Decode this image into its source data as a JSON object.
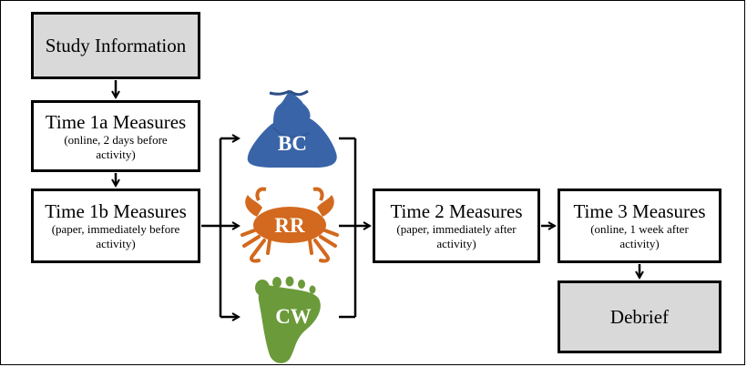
{
  "boxes": {
    "study_info": {
      "title": "Study Information"
    },
    "time1a": {
      "title": "Time 1a Measures",
      "sub1": "(online, 2 days before",
      "sub2": "activity)"
    },
    "time1b": {
      "title": "Time 1b Measures",
      "sub1": "(paper, immediately before",
      "sub2": "activity)"
    },
    "time2": {
      "title": "Time 2 Measures",
      "sub1": "(paper, immediately after",
      "sub2": "activity)"
    },
    "time3": {
      "title": "Time 3 Measures",
      "sub1": "(online, 1 week after",
      "sub2": "activity)"
    },
    "debrief": {
      "title": "Debrief"
    }
  },
  "conditions": {
    "bc": {
      "label": "BC",
      "icon": "trash-bag-icon",
      "color": "#3a64a8"
    },
    "rr": {
      "label": "RR",
      "icon": "crab-icon",
      "color": "#d2691e"
    },
    "cw": {
      "label": "CW",
      "icon": "footprint-icon",
      "color": "#6b9a3a"
    }
  }
}
